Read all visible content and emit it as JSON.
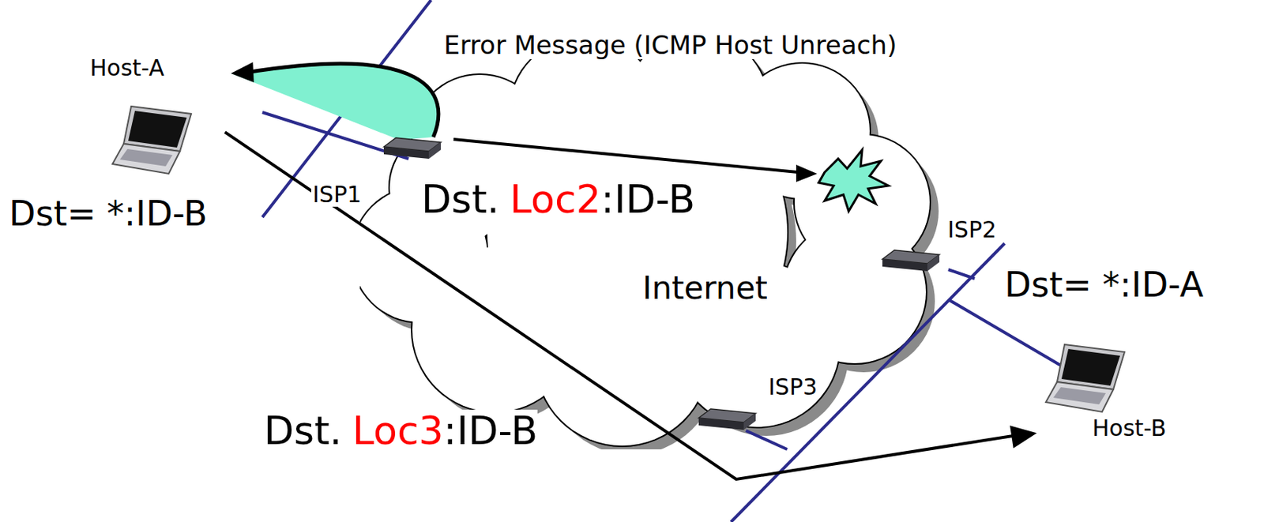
{
  "diagram": {
    "nodes": [
      {
        "text": [
          "Host-A"
        ]
      },
      {
        "text": [
          "ISP1"
        ]
      },
      {
        "text": [
          "Internet"
        ]
      },
      {
        "text": [
          "ISP2"
        ]
      },
      {
        "text": [
          "ISP3"
        ]
      },
      {
        "text": [
          "Host-B"
        ]
      }
    ],
    "edges": [
      {
        "from": 1,
        "to": 0,
        "arrow": "to"
      },
      {
        "from": 0,
        "to": 5,
        "arrow": "to"
      }
    ],
    "labels": [
      "Error Message (ICMP Host Unreach)",
      "Dst= *:ID-B",
      "Dst.",
      "Loc2",
      ":ID-B",
      "Dst= *:ID-A",
      "Dst.",
      "Loc3",
      ":ID-B"
    ]
  }
}
